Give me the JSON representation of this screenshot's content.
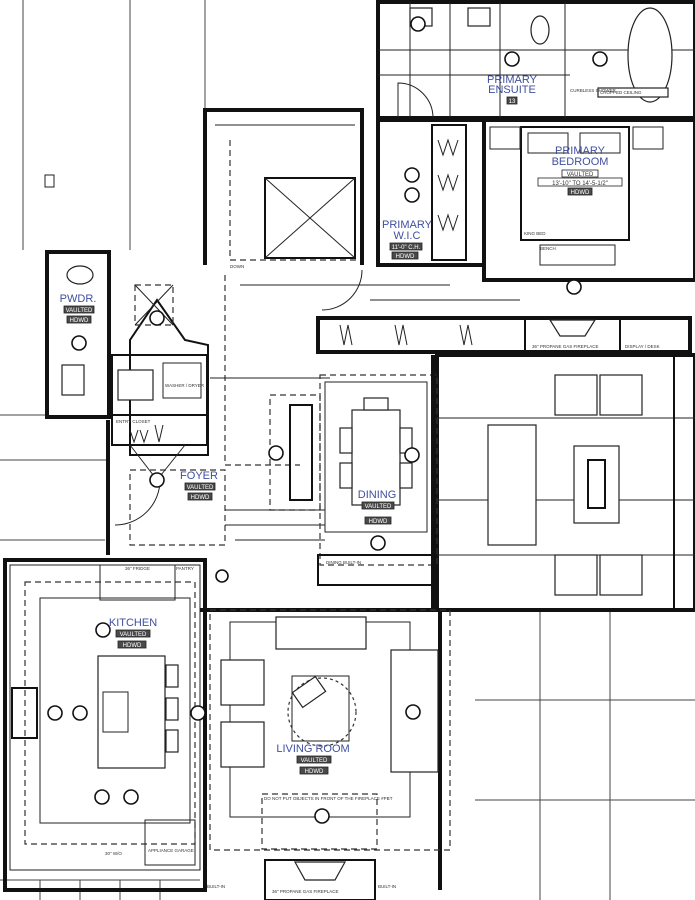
{
  "rooms": {
    "ensuite": {
      "name_1": "PRIMARY",
      "name_2": "ENSUITE",
      "tag": "13"
    },
    "bedroom": {
      "name_1": "PRIMARY",
      "name_2": "BEDROOM",
      "ceiling": "VAULTED",
      "height": "13'-10\" TO 14'-5-1/2\"",
      "floor": "HDWD"
    },
    "wic": {
      "name_1": "PRIMARY",
      "name_2": "W.I.C",
      "ceiling": "11'-0\" C.H.",
      "floor": "HDWD"
    },
    "powder": {
      "name": "PWDR.",
      "ceiling": "VAULTED",
      "floor": "HDWD"
    },
    "foyer": {
      "name": "FOYER",
      "ceiling": "VAULTED",
      "floor": "HDWD"
    },
    "dining": {
      "name": "DINING",
      "ceiling": "VAULTED",
      "floor": "HDWD"
    },
    "kitchen": {
      "name": "KITCHEN",
      "ceiling": "VAULTED",
      "floor": "HDWD"
    },
    "living": {
      "name": "LIVING ROOM",
      "ceiling": "VAULTED",
      "floor": "HDWD"
    }
  },
  "notes": {
    "down": "DOWN",
    "cropped_ceiling": "CROPPED CEILING",
    "curbless_shower": "CURBLESS SHOWER",
    "king_bed": "KING BED",
    "bench": "BENCH",
    "upper_fireplace": "36\" PROPANE GAS FIREPLACE",
    "display_desk": "DISPLAY / DESK",
    "entry_closet": "ENTRY CLOSET",
    "washer_dryer": "WASHER / DRYER",
    "fridge": "36\" FRIDGE",
    "pantry": "PANTRY",
    "appliance_garage": "APPLIANCE GARAGE",
    "wo": "30\" W/O",
    "built_in_left": "BUILT-IN",
    "built_in_right": "BUILT-IN",
    "dining_built_in": "DINING BUILT-IN",
    "lower_fireplace": "36\" PROPANE GAS FIREPLACE",
    "fireplace_warning": "DO NOT PUT OBJECTS IN FRONT OF THE FIREPLACE #PBT"
  }
}
